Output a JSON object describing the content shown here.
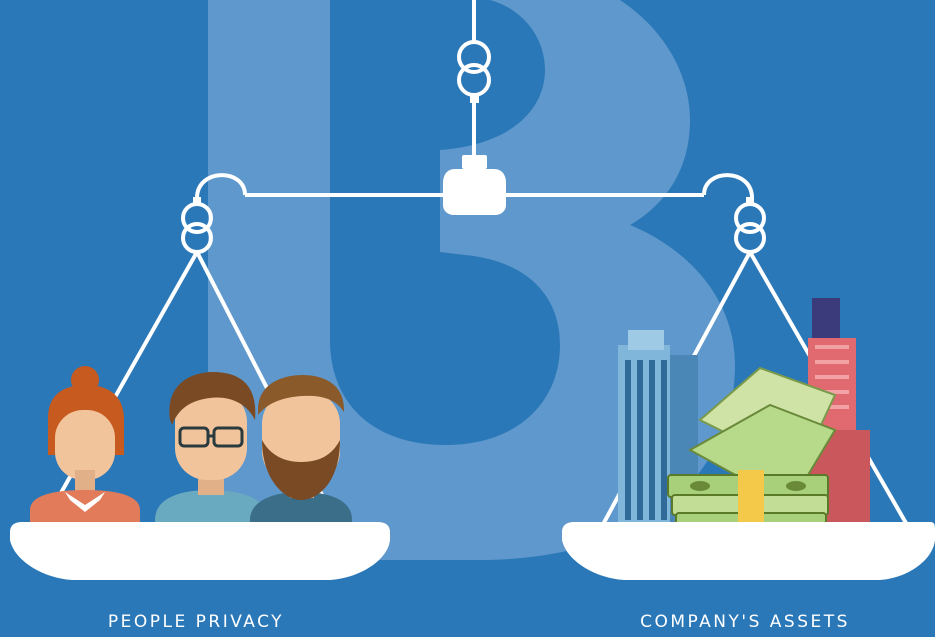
{
  "labels": {
    "left_pan": "PEOPLE PRIVACY",
    "right_pan": "COMPANY'S ASSETS"
  },
  "colors": {
    "background": "#2b78b8",
    "watermark": "#5e98cc",
    "scale": "#ffffff"
  },
  "icons": {
    "watermark": "brand-letter-b-watermark",
    "left_pan_content": "three-people-avatars",
    "right_pan_content": "buildings-and-cash-stacks"
  }
}
